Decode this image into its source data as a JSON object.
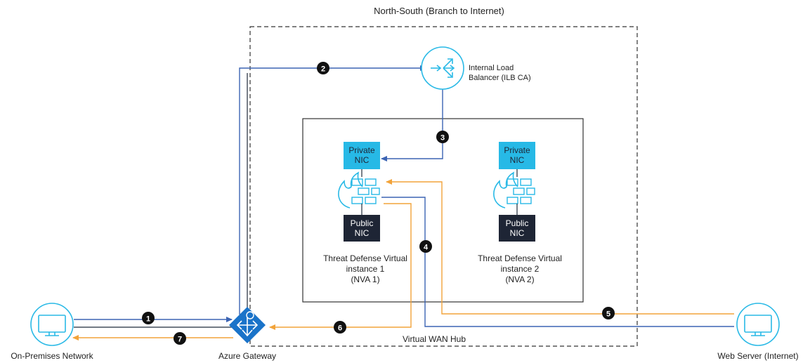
{
  "title": "North-South (Branch to Internet)",
  "hub_label": "Virtual WAN Hub",
  "ilb": {
    "line1": "Internal Load",
    "line2": "Balancer (ILB CA)"
  },
  "nva1": {
    "private_line1": "Private",
    "private_line2": "NIC",
    "public_line1": "Public",
    "public_line2": "NIC",
    "label_line1": "Threat Defense Virtual",
    "label_line2": "instance 1",
    "label_line3": "(NVA 1)"
  },
  "nva2": {
    "private_line1": "Private",
    "private_line2": "NIC",
    "public_line1": "Public",
    "public_line2": "NIC",
    "label_line1": "Threat Defense Virtual",
    "label_line2": "instance 2",
    "label_line3": "(NVA 2)"
  },
  "nodes": {
    "onprem": "On-Premises Network",
    "gateway": "Azure Gateway",
    "webserver": "Web Server (Internet)"
  },
  "steps": [
    "1",
    "2",
    "3",
    "4",
    "5",
    "6",
    "7"
  ],
  "colors": {
    "blue_flow": "#3b64b3",
    "orange_flow": "#f2a33a",
    "dark_line": "#1f2a3a",
    "private_nic": "#27b9e6",
    "public_nic": "#1e2535",
    "icon_cyan": "#29b9e6",
    "gateway_blue": "#1a73c9",
    "badge": "#111111"
  }
}
